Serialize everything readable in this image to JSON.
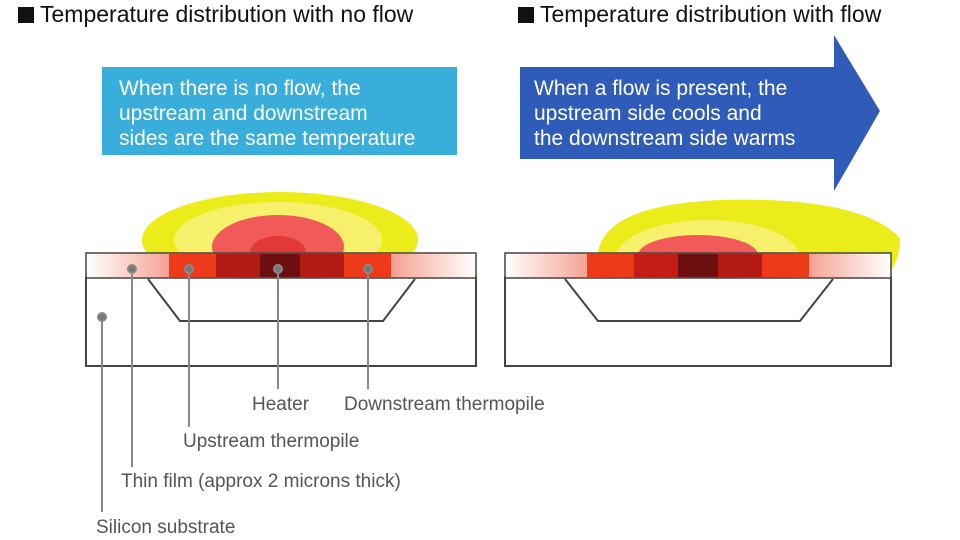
{
  "headings": {
    "left": "Temperature distribution with no flow",
    "right": "Temperature distribution with flow"
  },
  "callouts": {
    "no_flow": [
      "When there is no flow, the",
      "upstream and downstream",
      "sides are the same temperature"
    ],
    "flow": [
      "When a flow is present, the",
      "upstream side cools and",
      "the downstream side warms"
    ]
  },
  "labels": {
    "heater": "Heater",
    "downstream_thermopile": "Downstream thermopile",
    "upstream_thermopile": "Upstream thermopile",
    "thin_film": "Thin film (approx 2 microns thick)",
    "silicon_substrate": "Silicon substrate"
  },
  "colors": {
    "callout_no_flow": "#3aaedb",
    "callout_flow": "#2f5cb8",
    "heat_outer": "#ecec1a",
    "heat_mid": "#f6f06a",
    "heat_inner": "#f25a5a",
    "heat_core": "#e23838",
    "heater": "#6e0f0f",
    "thermopile": "#ee3a1a",
    "outline": "#444444",
    "leader": "#888888"
  }
}
